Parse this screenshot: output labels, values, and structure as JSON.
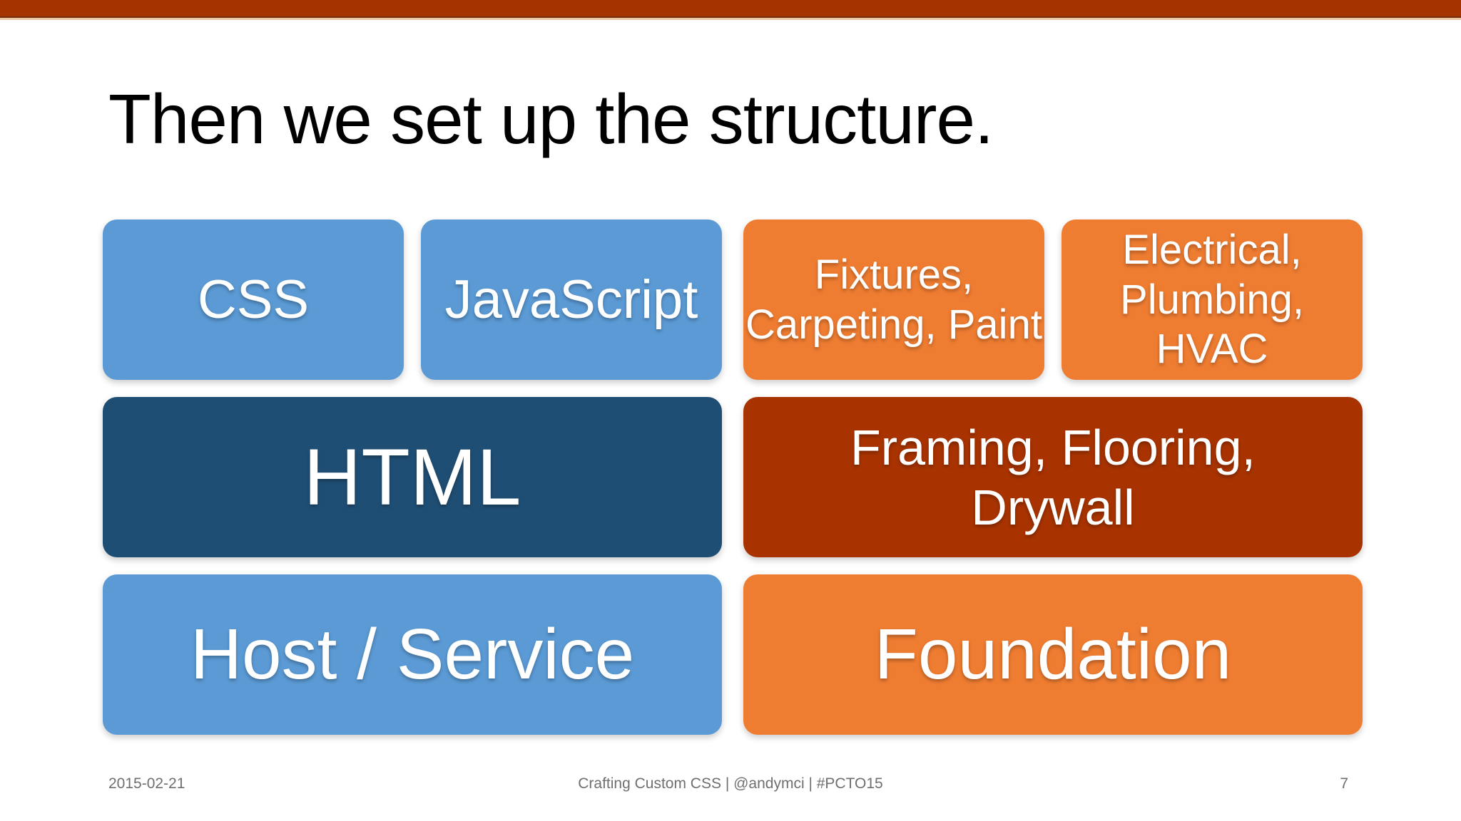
{
  "title": "Then we set up the structure.",
  "grid": {
    "web_stack": {
      "top": [
        "CSS",
        "JavaScript"
      ],
      "middle": "HTML",
      "bottom": "Host / Service"
    },
    "house_stack": {
      "top": [
        "Fixtures,\nCarpeting, Paint",
        "Electrical,\nPlumbing, HVAC"
      ],
      "middle": "Framing, Flooring,\nDrywall",
      "bottom": "Foundation"
    }
  },
  "footer": {
    "date": "2015-02-21",
    "credit": "Crafting Custom CSS | @andymci | #PCTO15",
    "page_number": "7"
  },
  "colors": {
    "accent_bar_red": "#A43300",
    "accent_bar_line_dark": "#7C2A0C",
    "accent_bar_line_light": "#E8C7A4",
    "light_blue": "#5B9AD5",
    "dark_blue": "#1F4E74",
    "orange": "#EE7C31",
    "dark_red": "#A83301",
    "title_black": "#000000",
    "box_text_white": "#FFFFFF",
    "footer_gray": "#6F6F6F"
  }
}
